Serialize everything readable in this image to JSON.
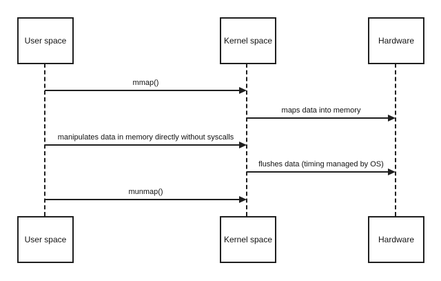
{
  "diagram": {
    "type": "sequence-diagram",
    "background_color": "#ffffff",
    "line_color": "#1f1f1f",
    "text_color": "#111111",
    "actors": [
      {
        "label": "User space"
      },
      {
        "label": "Kernel space"
      },
      {
        "label": "Hardware"
      }
    ],
    "messages": [
      {
        "label": "mmap()",
        "from": "User space",
        "to": "Kernel space"
      },
      {
        "label": "maps data into memory",
        "from": "Kernel space",
        "to": "Hardware"
      },
      {
        "label": "manipulates data in memory directly without syscalls",
        "from": "User space",
        "to": "Kernel space"
      },
      {
        "label": "flushes data (timing managed by OS)",
        "from": "Kernel space",
        "to": "Hardware"
      },
      {
        "label": "munmap()",
        "from": "User space",
        "to": "Kernel space"
      }
    ]
  }
}
